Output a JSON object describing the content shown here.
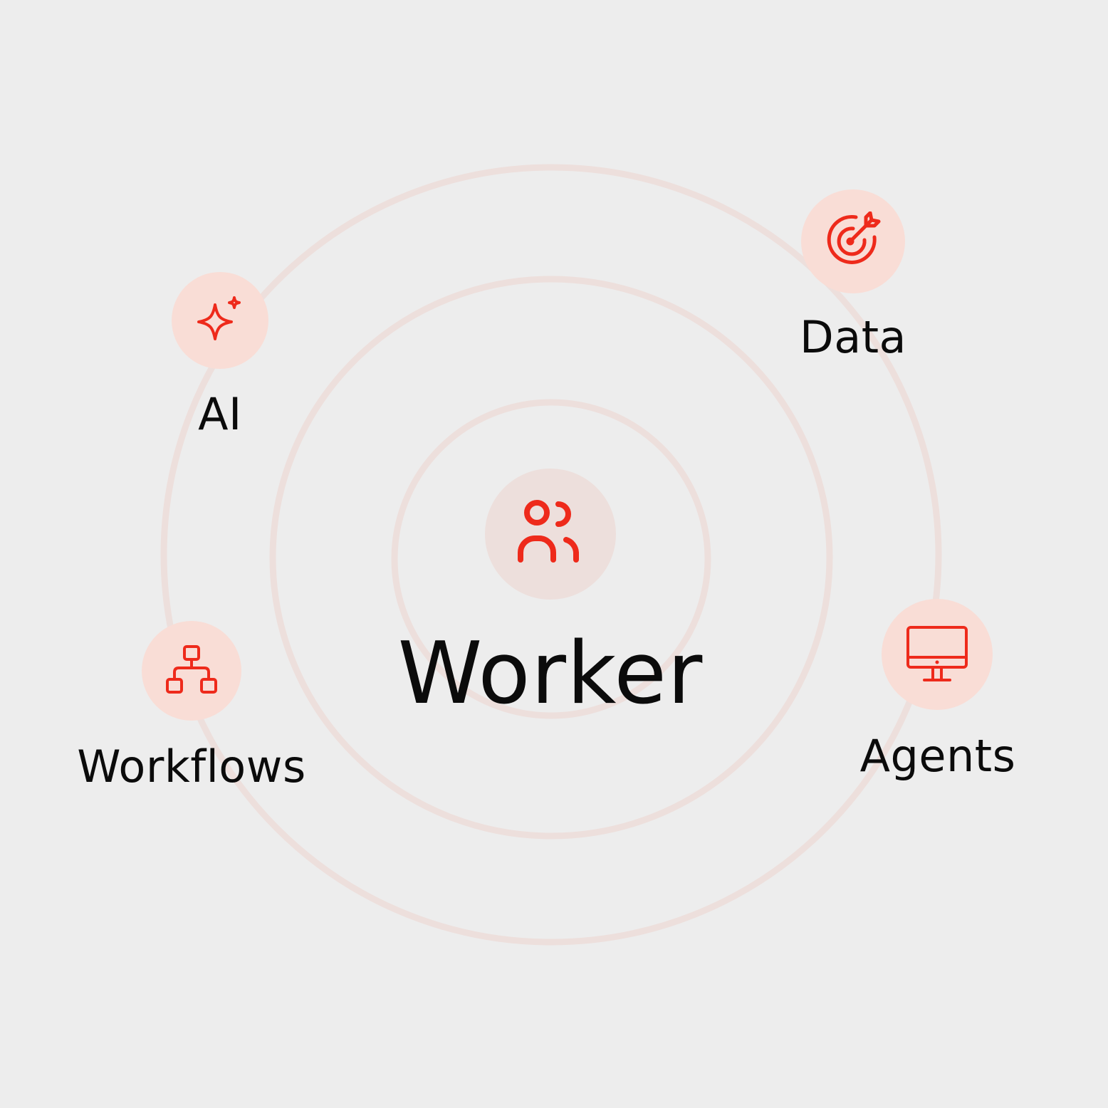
{
  "center": {
    "label": "Worker",
    "icon": "users-icon"
  },
  "satellites": [
    {
      "id": "ai",
      "label": "AI",
      "icon": "sparkles-icon"
    },
    {
      "id": "data",
      "label": "Data",
      "icon": "target-arrow-icon"
    },
    {
      "id": "workflows",
      "label": "Workflows",
      "icon": "hierarchy-icon"
    },
    {
      "id": "agents",
      "label": "Agents",
      "icon": "monitor-icon"
    }
  ],
  "colors": {
    "background": "#ededed",
    "ring": "#eddfdc",
    "node_fill": "#f9ddd6",
    "center_fill": "#eddfdc",
    "icon_stroke": "#ee2a1b",
    "text": "#0b0b0b"
  }
}
